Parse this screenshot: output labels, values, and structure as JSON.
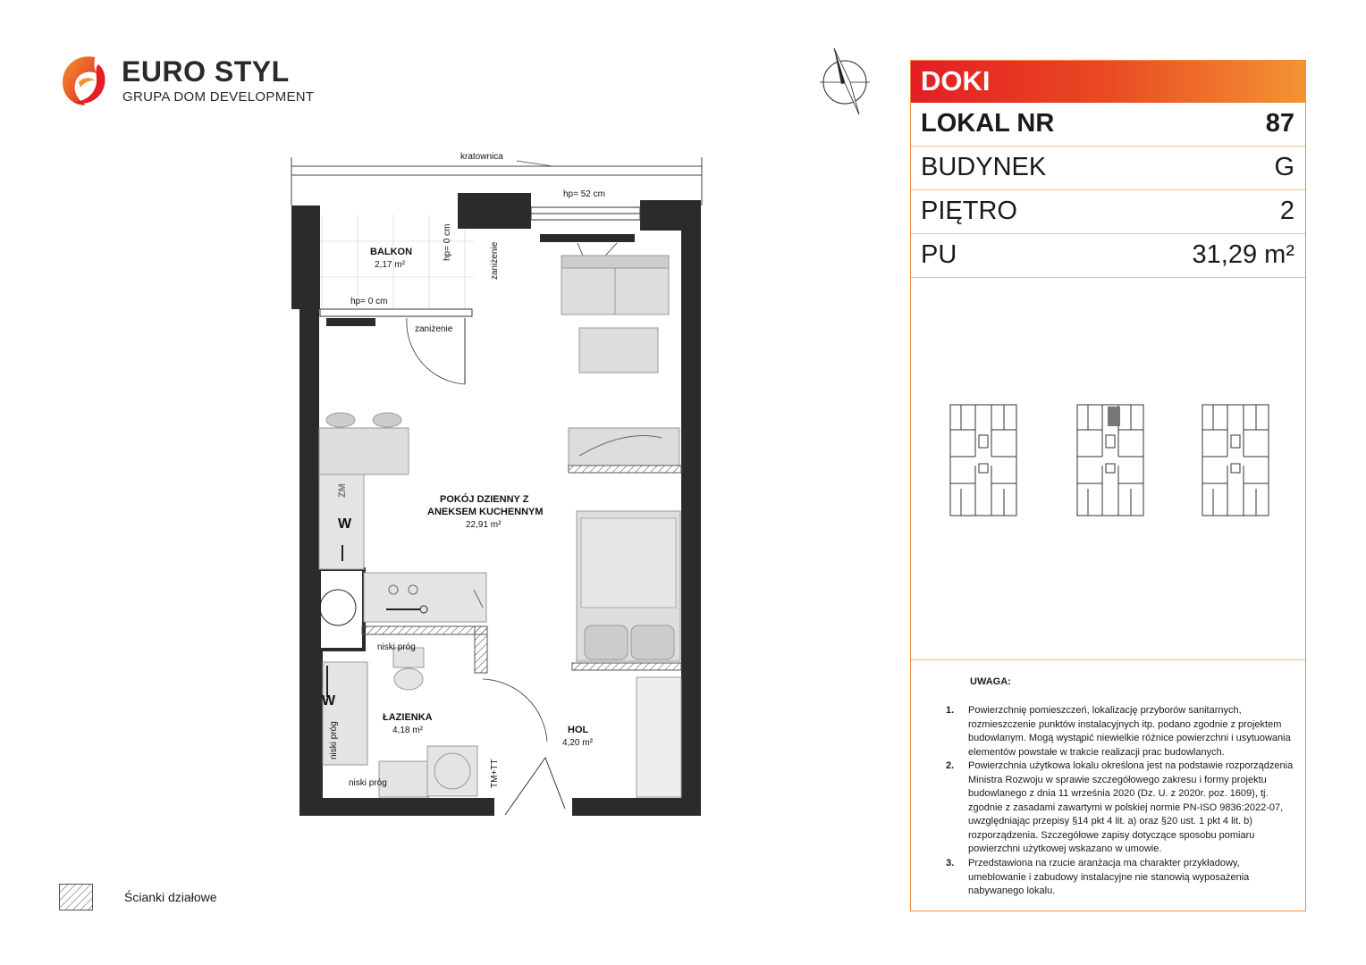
{
  "brand": {
    "name": "EURO STYL",
    "subtitle": "GRUPA DOM DEVELOPMENT",
    "colors": {
      "red": "#e31e24",
      "orange": "#f39433",
      "dark": "#2a2a2a"
    }
  },
  "unit": {
    "estate": "DOKI",
    "rows": [
      {
        "label": "LOKAL NR",
        "value": "87"
      },
      {
        "label": "BUDYNEK",
        "value": "G"
      },
      {
        "label": "PIĘTRO",
        "value": "2"
      },
      {
        "label": "PU",
        "value": "31,29 m²"
      }
    ]
  },
  "plan": {
    "rooms": [
      {
        "name": "BALKON",
        "area": "2,17 m²"
      },
      {
        "name": "POKÓJ DZIENNY Z",
        "name2": "ANEKSEM KUCHENNYM",
        "area": "22,91 m²"
      },
      {
        "name": "ŁAZIENKA",
        "area": "4,18 m²"
      },
      {
        "name": "HOL",
        "area": "4,20 m²"
      }
    ],
    "labels": {
      "kratownica": "kratownica",
      "hp52": "hp= 52 cm",
      "hp0a": "hp= 0 cm",
      "hp0b": "hp= 0 cm",
      "zanizenie1": "zaniżenie",
      "zanizenie2": "zaniżenie",
      "niski_prog1": "niski próg",
      "niski_prog2": "niski próg",
      "niski_prog3": "niski próg",
      "zm": "ZM",
      "w1": "W",
      "w2": "W",
      "tmtt": "TM+TT"
    }
  },
  "notes": {
    "title": "UWAGA:",
    "items": [
      {
        "num": "1.",
        "text": "Powierzchnię pomieszczeń, lokalizację przyborów sanitarnych, rozmieszczenie punktów instalacyjnych itp. podano zgodnie z projektem budowlanym. Mogą wystąpić niewielkie różnice powierzchni i usytuowania elementów powstałe w trakcie realizacji prac budowlanych."
      },
      {
        "num": "2.",
        "text": "Powierzchnia użytkowa lokalu określona jest na podstawie rozporządzenia Ministra Rozwoju w sprawie szczegółowego zakresu i formy projektu budowlanego z dnia 11 września 2020 (Dz. U. z 2020r. poz. 1609), tj. zgodnie z zasadami zawartymi w polskiej normie PN-ISO 9836:2022-07, uwzględniając przepisy §14 pkt 4 lit. a) oraz §20 ust. 1 pkt 4 lit. b) rozporządzenia. Szczegółowe zapisy dotyczące sposobu pomiaru powierzchni użytkowej wskazano w umowie."
      },
      {
        "num": "3.",
        "text": "Przedstawiona na rzucie aranżacja ma charakter przykładowy, umeblowanie i zabudowy instalacyjne nie stanowią wyposażenia nabywanego lokalu."
      }
    ]
  },
  "legend": {
    "label": "Ścianki działowe"
  }
}
